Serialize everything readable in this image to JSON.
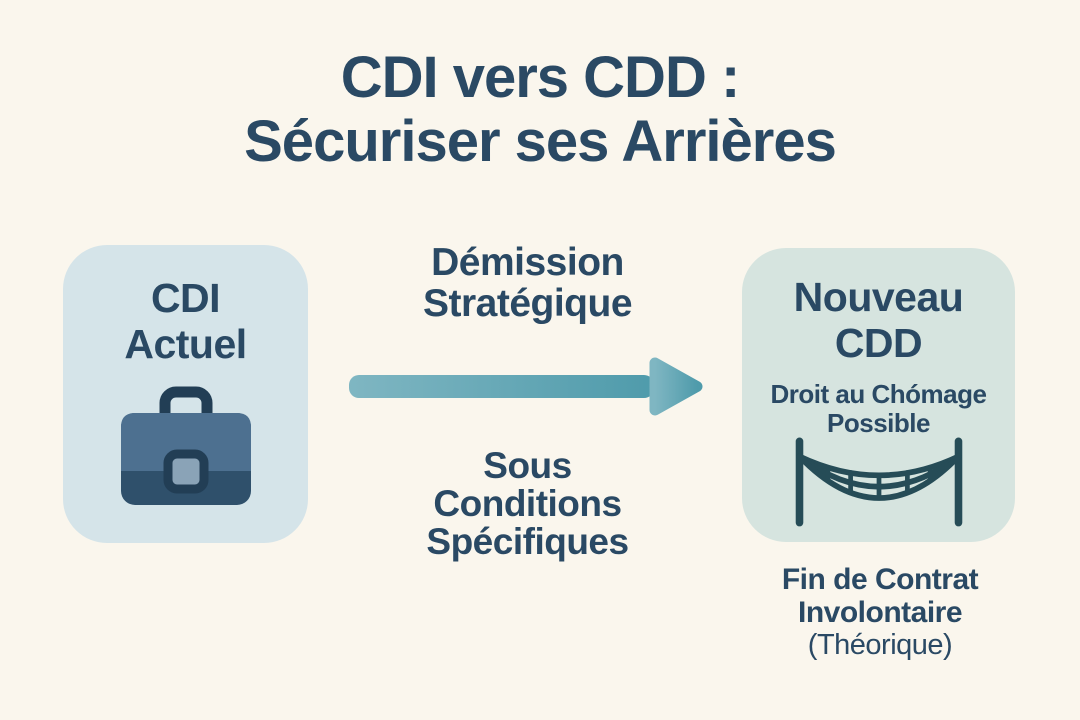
{
  "title": {
    "line1": "CDI vers CDD :",
    "line2": "Sécuriser ses Arrières"
  },
  "left_card": {
    "name_line1": "CDI",
    "name_line2": "Actuel",
    "icon": "briefcase-icon"
  },
  "flow": {
    "label_top_line1": "Démission",
    "label_top_line2": "Stratégique",
    "arrow_icon": "right-arrow-icon",
    "label_bottom_line1": "Sous",
    "label_bottom_line2": "Conditions",
    "label_bottom_line3": "Spécifiques"
  },
  "right_card": {
    "name_line1": "Nouveau",
    "name_line2": "CDD",
    "benefit_line1": "Droit au Chómage",
    "benefit_line2": "Possible",
    "icon": "safety-net-icon"
  },
  "right_card_caption": {
    "line1": "Fin de Contrat",
    "line2": "Involontaire",
    "line3": "(Théorique)"
  },
  "colors": {
    "background": "#faf6ed",
    "text": "#2a4964",
    "left_card_bg": "#d5e4e9",
    "right_card_bg": "#d6e4df",
    "arrow_start": "#7fb6c2",
    "arrow_end": "#4f9bab",
    "briefcase_top": "#4d7090",
    "briefcase_bottom": "#2f506b",
    "briefcase_handle": "#223e55",
    "briefcase_clasp": "#8aa3b7",
    "net_icon": "#264c57"
  }
}
